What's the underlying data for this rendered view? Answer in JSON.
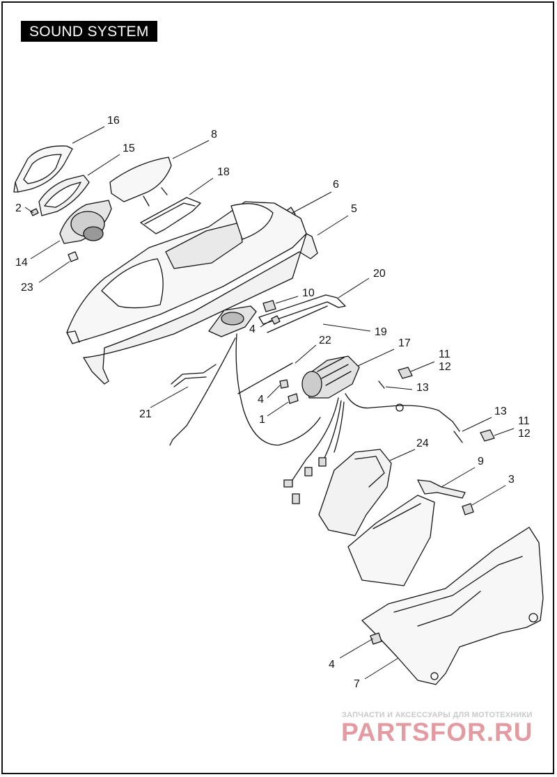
{
  "title": "SOUND SYSTEM",
  "callouts": {
    "c16": "16",
    "c15": "15",
    "c8": "8",
    "c18": "18",
    "c6": "6",
    "c5": "5",
    "c2": "2",
    "c14": "14",
    "c23": "23",
    "c20": "20",
    "c10": "10",
    "c4a": "4",
    "c19": "19",
    "c22": "22",
    "c17": "17",
    "c11a": "11",
    "c12a": "12",
    "c13a": "13",
    "c4b": "4",
    "c1": "1",
    "c21": "21",
    "c13b": "13",
    "c11b": "11",
    "c12b": "12",
    "c24": "24",
    "c9": "9",
    "c3": "3",
    "c4c": "4",
    "c7": "7"
  },
  "watermark": {
    "caption": "ЗАПЧАСТИ И АКСЕССУАРЫ ДЛЯ МОТОТЕХНИКИ",
    "brand": "PARTSFOR.RU"
  }
}
